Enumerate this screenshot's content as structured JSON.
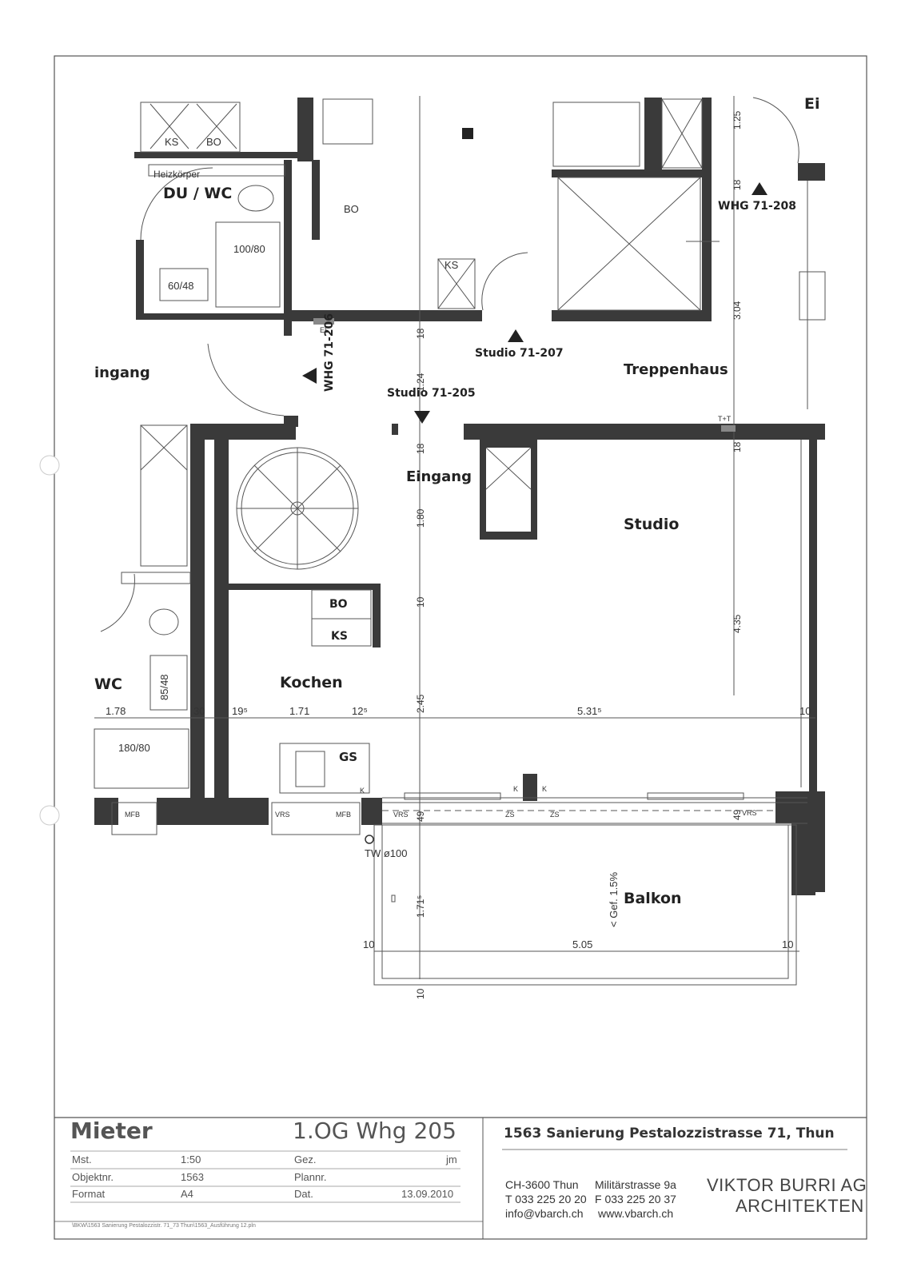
{
  "rooms": {
    "du_wc": "DU / WC",
    "heizkoerper": "Heizkörper",
    "eingang_left": "ingang",
    "eingang_center": "Eingang",
    "studio": "Studio",
    "treppenhaus": "Treppenhaus",
    "kochen": "Kochen",
    "wc": "WC",
    "balkon": "Balkon",
    "ein_top": "Ei"
  },
  "units": {
    "whg_71_206": "WHG 71-206",
    "studio_71_207": "Studio 71-207",
    "studio_71_205": "Studio 71-205",
    "whg_71_208": "WHG 71-208"
  },
  "fixtures": {
    "ks": "KS",
    "bo": "BO",
    "gs": "GS",
    "el": "EL",
    "tt": "T+T",
    "k": "K",
    "mfb": "MFB",
    "vrs": "VRS",
    "zs": "ZS",
    "shower_100_80": "100/80",
    "sink_60_48": "60/48",
    "sink_85_48": "85/48",
    "bath_180_80": "180/80",
    "tw": "TW ø100",
    "gefaelle": "< Gef. 1.5%"
  },
  "dimensions": {
    "d_1_25": "1.25",
    "d_18a": "18",
    "d_3_04": "3.04",
    "d_18b": "18",
    "d_1_24": "1.24",
    "d_18c": "18",
    "d_1_80": "1.80",
    "d_10a": "10",
    "d_2_45": "2.45",
    "d_18d": "18",
    "d_4_35": "4.35",
    "d_49a": "49",
    "d_49b": "49",
    "d_1_715": "1.71⁵",
    "d_10b": "10",
    "d_1_78": "1.78",
    "d_30": "30",
    "d_195": "19⁵",
    "d_1_71": "1.71",
    "d_125": "12⁵",
    "d_5_315": "5.31⁵",
    "d_10c": "10",
    "d_5_05": "5.05",
    "d_10d": "10",
    "d_10e": "10"
  },
  "title_block": {
    "mieter": "Mieter",
    "plan_title": "1.OG Whg 205",
    "mst_label": "Mst.",
    "mst_value": "1:50",
    "gez_label": "Gez.",
    "gez_value": "jm",
    "objektnr_label": "Objektnr.",
    "objektnr_value": "1563",
    "plannr_label": "Plannr.",
    "plannr_value": "",
    "format_label": "Format",
    "format_value": "A4",
    "dat_label": "Dat.",
    "dat_value": "13.09.2010",
    "filepath": "\\BKW\\1563 Sanierung Pestalozzistr. 71_73 Thun\\1563_Ausführung 12.pln",
    "project": "1563 Sanierung Pestalozzistrasse 71, Thun",
    "addr_city": "CH-3600 Thun",
    "addr_street": "Militärstrasse 9a",
    "phone": "T 033 225 20 20",
    "fax": "F 033 225 20 37",
    "email": "info@vbarch.ch",
    "web": "www.vbarch.ch",
    "firm_name": "VIKTOR BURRI AG",
    "firm_sub": "ARCHITEKTEN"
  }
}
